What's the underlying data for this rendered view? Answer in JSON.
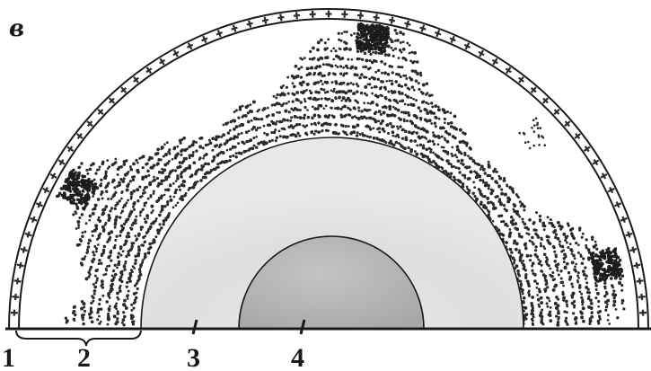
{
  "figure": {
    "panel_letter": "в",
    "labels": [
      "1",
      "2",
      "3",
      "4"
    ]
  },
  "colors": {
    "ink": "#1a1a1a",
    "wall_band": "#ffffff",
    "cross_marks": "#2b2b2b",
    "dots": "#2a2a2a",
    "gray_zone": "#e3e3e3",
    "core_fill": "#b4b4b4",
    "background": "#ffffff"
  }
}
